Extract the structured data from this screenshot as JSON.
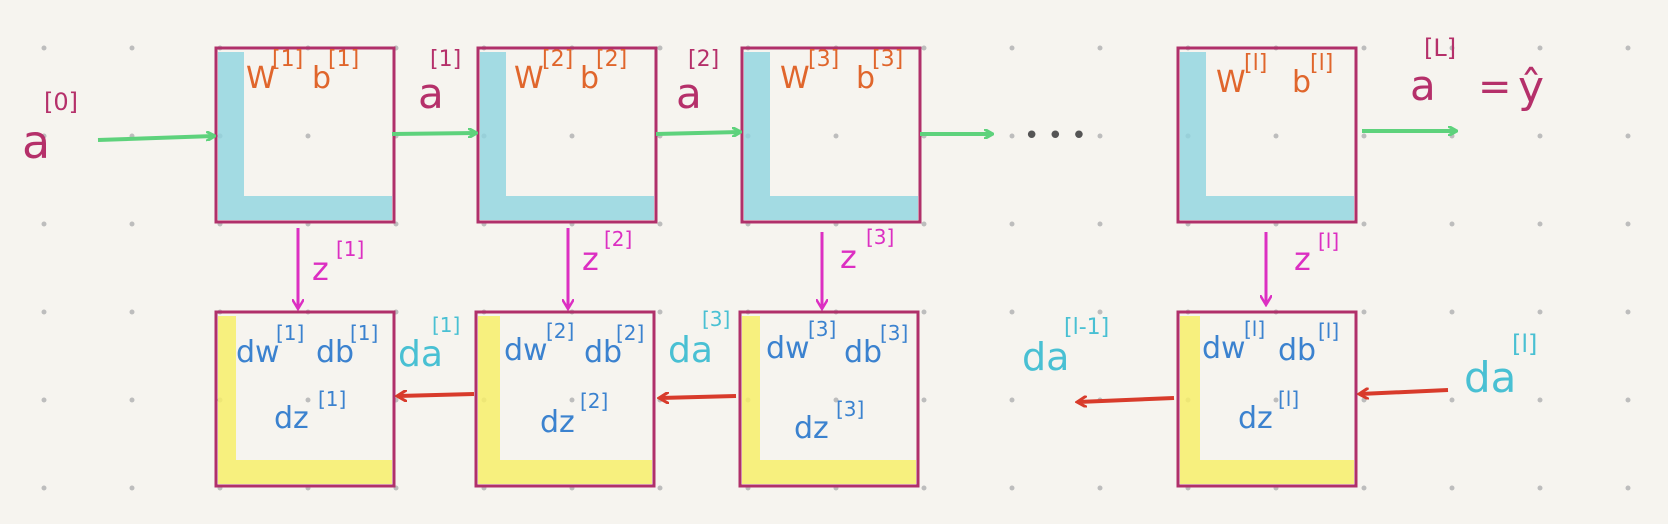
{
  "colors": {
    "background": "#f6f4ef",
    "dot": "#bdbdbd",
    "box": "#b0306a",
    "forward_fill": "#8fd5e0",
    "backward_fill": "#f7ee6a",
    "forward_arrow": "#5ed27c",
    "z_arrow": "#dc2fc2",
    "backward_arrow": "#d83b2b",
    "activation": "#b5306a",
    "param": "#e0662c",
    "grad": "#3b82cf",
    "da": "#49c0d3",
    "ellipsis": "#555555"
  },
  "forward": {
    "input": {
      "base": "a",
      "sup": "[0]"
    },
    "activations": [
      {
        "base": "a",
        "sup": "[1]"
      },
      {
        "base": "a",
        "sup": "[2]"
      }
    ],
    "layers": [
      {
        "w": "W",
        "w_sup": "[1]",
        "b": "b",
        "b_sup": "[1]",
        "z": "z",
        "z_sup": "[1]"
      },
      {
        "w": "W",
        "w_sup": "[2]",
        "b": "b",
        "b_sup": "[2]",
        "z": "z",
        "z_sup": "[2]"
      },
      {
        "w": "W",
        "w_sup": "[3]",
        "b": "b",
        "b_sup": "[3]",
        "z": "z",
        "z_sup": "[3]"
      },
      {
        "w": "W",
        "w_sup": "[l]",
        "b": "b",
        "b_sup": "[l]",
        "z": "z",
        "z_sup": "[l]"
      }
    ],
    "ellipsis": "• • •",
    "output": {
      "base": "a",
      "sup": "[L]",
      "equals": "=",
      "yhat": "ŷ"
    }
  },
  "backward": {
    "layers": [
      {
        "dw": "dw",
        "dw_sup": "[1]",
        "db": "db",
        "db_sup": "[1]",
        "dz": "dz",
        "dz_sup": "[1]"
      },
      {
        "dw": "dw",
        "dw_sup": "[2]",
        "db": "db",
        "db_sup": "[2]",
        "dz": "dz",
        "dz_sup": "[2]"
      },
      {
        "dw": "dw",
        "dw_sup": "[3]",
        "db": "db",
        "db_sup": "[3]",
        "dz": "dz",
        "dz_sup": "[3]"
      },
      {
        "dw": "dw",
        "dw_sup": "[l]",
        "db": "db",
        "db_sup": "[l]",
        "dz": "dz",
        "dz_sup": "[l]"
      }
    ],
    "da_labels": [
      {
        "base": "da",
        "sup": "[1]"
      },
      {
        "base": "da",
        "sup": "[3]"
      },
      {
        "base": "da",
        "sup": "[l-1]"
      }
    ],
    "da_input": {
      "base": "da",
      "sup": "[l]"
    }
  }
}
